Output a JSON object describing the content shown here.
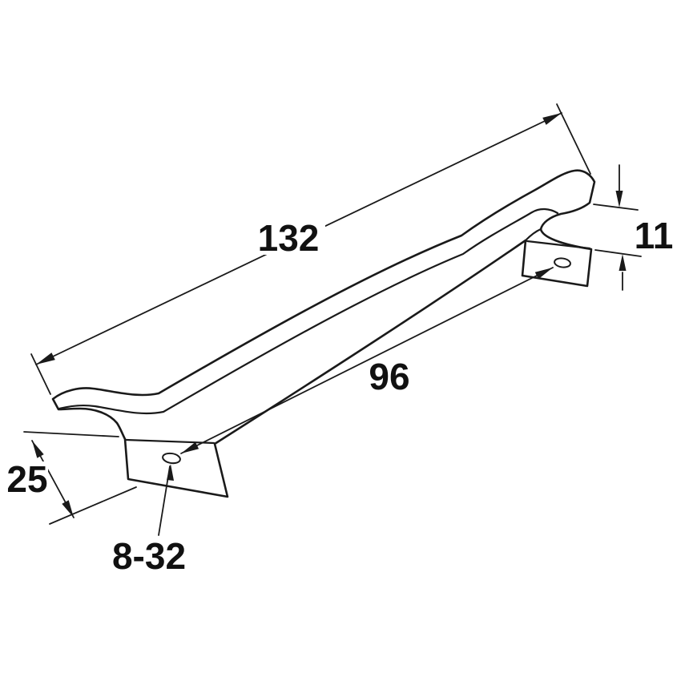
{
  "drawing": {
    "labels": {
      "overall_length": "132",
      "hole_spacing": "96",
      "base_depth": "25",
      "end_thickness": "11",
      "screw_size": "8-32"
    },
    "colors": {
      "line": "#1a1a1a",
      "background": "#ffffff"
    }
  }
}
